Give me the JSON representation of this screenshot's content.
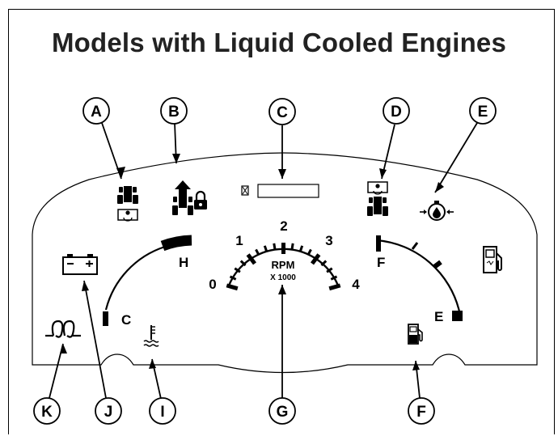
{
  "title": "Models with Liquid Cooled Engines",
  "callouts": {
    "A": "A",
    "B": "B",
    "C": "C",
    "D": "D",
    "E": "E",
    "F": "F",
    "G": "G",
    "I": "I",
    "J": "J",
    "K": "K"
  },
  "temp_gauge": {
    "high": "H",
    "low": "C"
  },
  "tachometer": {
    "ticks": [
      "0",
      "1",
      "2",
      "3",
      "4"
    ],
    "unit": "RPM",
    "multiplier": "X 1000"
  },
  "fuel_gauge": {
    "full": "F",
    "empty": "E"
  },
  "icons": [
    "front-pto-icon",
    "traction-lock-icon",
    "hour-meter-display",
    "rear-pto-icon",
    "oil-pressure-icon",
    "fuel-pump-icon",
    "battery-icon",
    "glow-plug-icon",
    "coolant-temperature-icon",
    "low-fuel-icon"
  ]
}
